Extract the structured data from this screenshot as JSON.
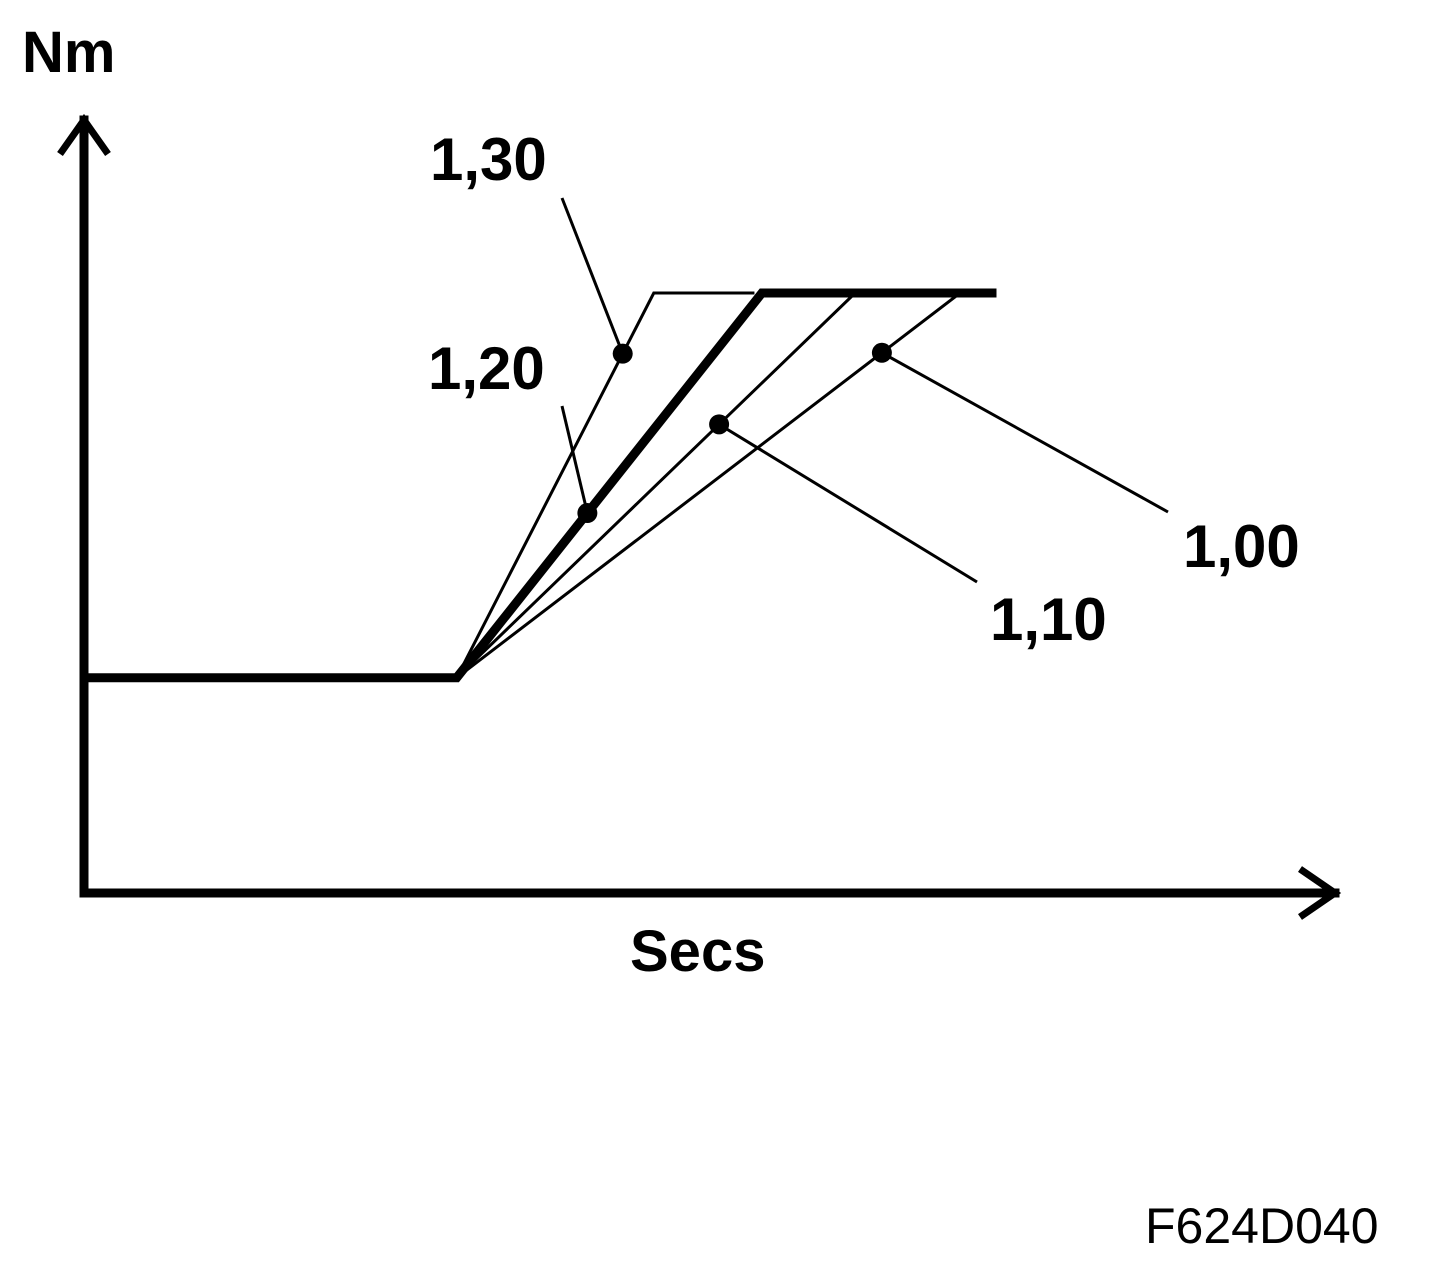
{
  "chart_data": {
    "type": "line",
    "ylabel": "Nm",
    "xlabel": "Secs",
    "grid": false,
    "xlim": [
      0,
      100
    ],
    "ylim": [
      0,
      100
    ],
    "series": [
      {
        "name": "1,30",
        "x": [
          0,
          34.8,
          53.2,
          62.6
        ],
        "y": [
          35.7,
          35.7,
          99.5,
          99.5
        ],
        "marker_x": 50.3,
        "emphasis": false
      },
      {
        "name": "1,20",
        "x": [
          0,
          34.8,
          63.3,
          85.2
        ],
        "y": [
          35.7,
          35.7,
          99.5,
          99.5
        ],
        "marker_x": 47.0,
        "emphasis": true
      },
      {
        "name": "1,10",
        "x": [
          0,
          34.8,
          72.0,
          85.2
        ],
        "y": [
          35.7,
          35.7,
          99.5,
          99.5
        ],
        "marker_x": 59.3,
        "emphasis": false
      },
      {
        "name": "1,00",
        "x": [
          0,
          34.8,
          81.8,
          85.2
        ],
        "y": [
          35.7,
          35.7,
          99.5,
          99.5
        ],
        "marker_x": 74.5,
        "emphasis": false
      }
    ]
  },
  "figure_code": "F624D040"
}
